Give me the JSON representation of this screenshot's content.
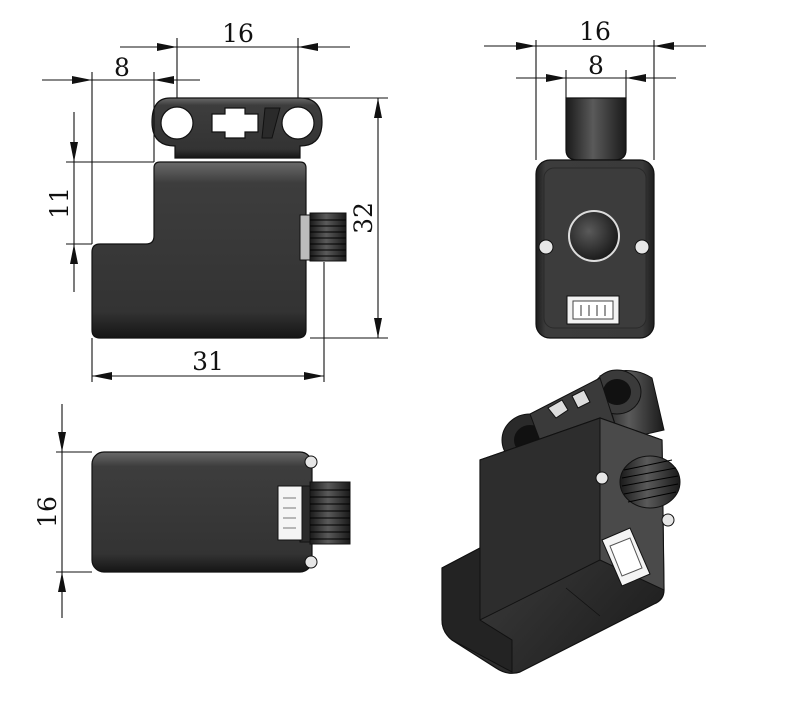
{
  "figure": {
    "type": "dimension-drawing",
    "views": [
      "front",
      "side",
      "bottom",
      "isometric"
    ]
  },
  "dimensions": {
    "front_top_width": "16",
    "front_left_offset": "8",
    "front_step_height": "11",
    "front_total_height": "32",
    "front_total_width": "31",
    "side_total_width": "16",
    "side_inner_width": "8",
    "bottom_height": "16"
  },
  "colors": {
    "body": "#3a3a3a",
    "body_dark": "#222222",
    "body_light": "#5a5a5a",
    "connector": "#e6e6e6",
    "line": "#111111"
  }
}
